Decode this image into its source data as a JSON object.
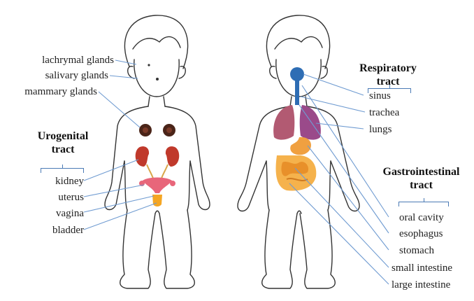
{
  "left_labels": {
    "glands": [
      "lachrymal glands",
      "salivary glands",
      "mammary glands"
    ],
    "urogenital": {
      "heading_line1": "Urogenital",
      "heading_line2": "tract",
      "items": [
        "kidney",
        "uterus",
        "vagina",
        "bladder"
      ]
    }
  },
  "right_labels": {
    "respiratory": {
      "heading_line1": "Respiratory",
      "heading_line2": "tract",
      "items": [
        "sinus",
        "trachea",
        "lungs"
      ]
    },
    "gastrointestinal": {
      "heading_line1": "Gastrointestinal",
      "heading_line2": "tract",
      "items": [
        "oral cavity",
        "esophagus",
        "stomach",
        "small intestine",
        "large intestine"
      ]
    }
  },
  "colors": {
    "leader_line": "#6f9bd1",
    "bracket": "#4a7ab5",
    "outline": "#333333",
    "gland": "#4a2418",
    "kidney": "#c0392b",
    "uterus": "#e8667a",
    "bladder": "#f5a623",
    "sinus": "#2e6db4",
    "lung": "#b25a72",
    "stomach": "#f0a040"
  }
}
